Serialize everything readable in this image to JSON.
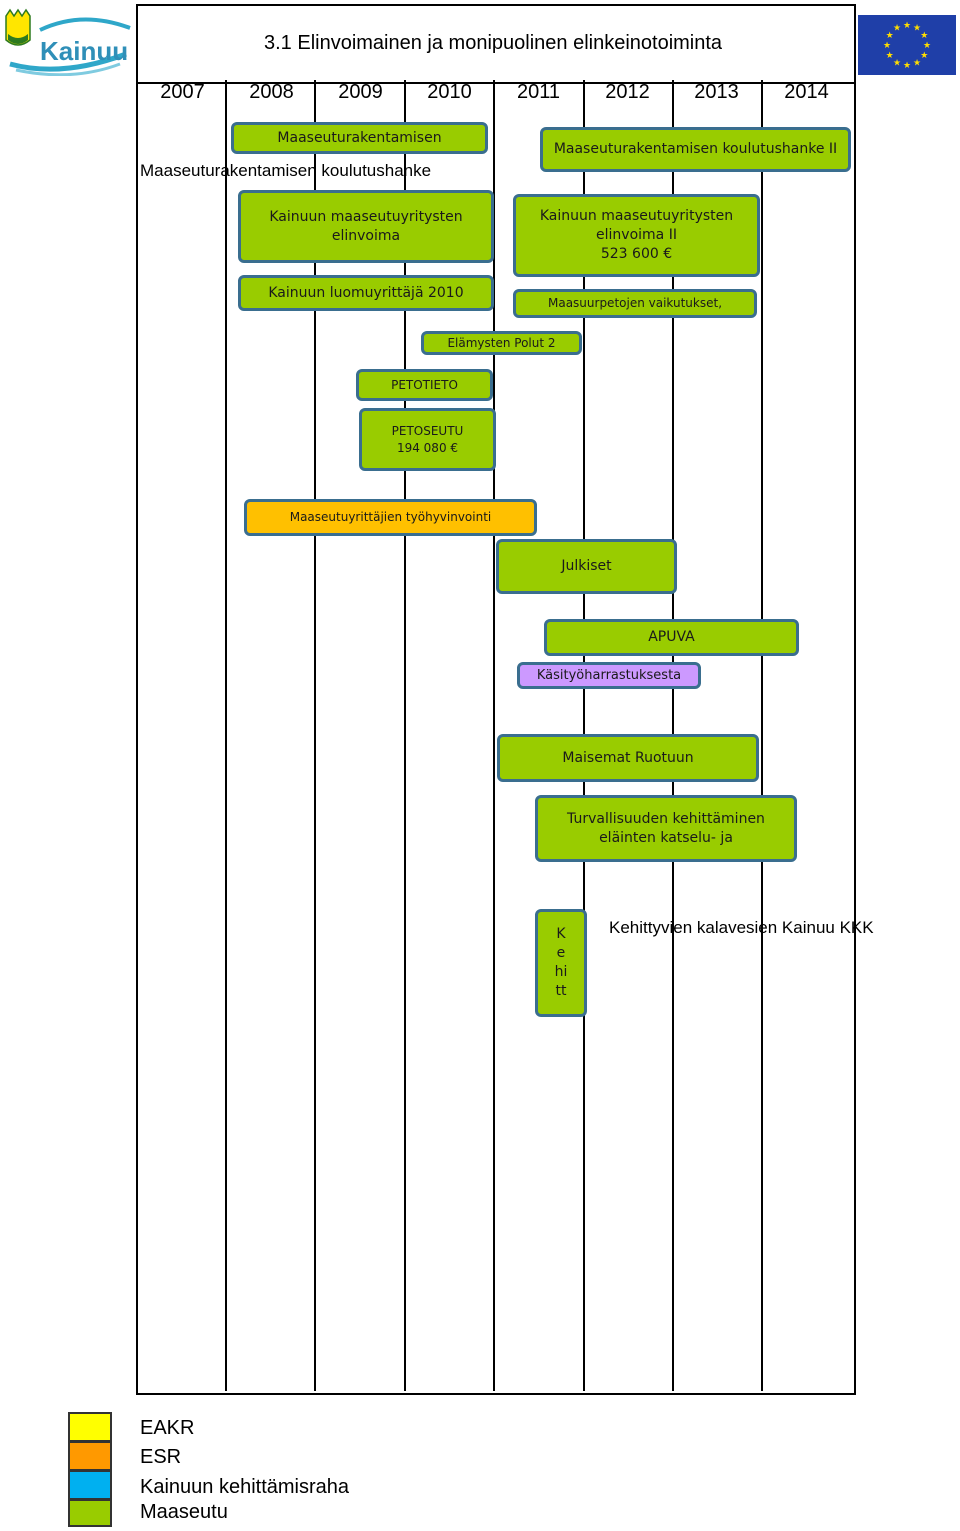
{
  "title": "3.1 Elinvoimainen ja monipuolinen elinkeinotoiminta",
  "logo": {
    "text": "Kainuu"
  },
  "years": [
    "2007",
    "2008",
    "2009",
    "2010",
    "2011",
    "2012",
    "2013",
    "2014"
  ],
  "colors": {
    "maaseutu": "#99cc00",
    "esr": "#ffc000",
    "eakr": "#ffff00",
    "kehittamisraha": "#00b0f0",
    "purple": "#cc99ff",
    "border": "#3a6e8f",
    "eu_blue": "#1f3fa8",
    "eu_star": "#ffdd00"
  },
  "projects": [
    {
      "label": "Maaseuturakentamisen"
    },
    {
      "label": "Maaseuturakentamisen koulutushanke II"
    },
    {
      "label": "Kainuun maaseutuyritysten\nelinvoima"
    },
    {
      "label": "Kainuun maaseutuyritysten\nelinvoima II\n523 600 €"
    },
    {
      "label": "Kainuun luomuyrittäjä 2010"
    },
    {
      "label": "Maasuurpetojen vaikutukset,"
    },
    {
      "label": "Elämysten Polut 2"
    },
    {
      "label": "PETOTIETO"
    },
    {
      "label": "PETOSEUTU\n194 080 €"
    },
    {
      "label": "Maaseutuyrittäjien työhyvinvointi"
    },
    {
      "label": "Julkiset"
    },
    {
      "label": "APUVA"
    },
    {
      "label": "Käsityöharrastuksesta"
    },
    {
      "label": "Maisemat Ruotuun"
    },
    {
      "label": "Turvallisuuden kehittäminen\neläinten katselu- ja"
    },
    {
      "label": "K\ne\nhi\ntt"
    }
  ],
  "free_texts": [
    "Maaseuturakentamisen koulutushanke",
    "Kehittyvien kalavesien Kainuu KKK"
  ],
  "legend": [
    {
      "label": "EAKR",
      "color": "#ffff00"
    },
    {
      "label": "ESR",
      "color": "#ff9900"
    },
    {
      "label": "Kainuun kehittämisraha",
      "color": "#00b0f0"
    },
    {
      "label": "Maaseutu",
      "color": "#99cc00"
    }
  ]
}
